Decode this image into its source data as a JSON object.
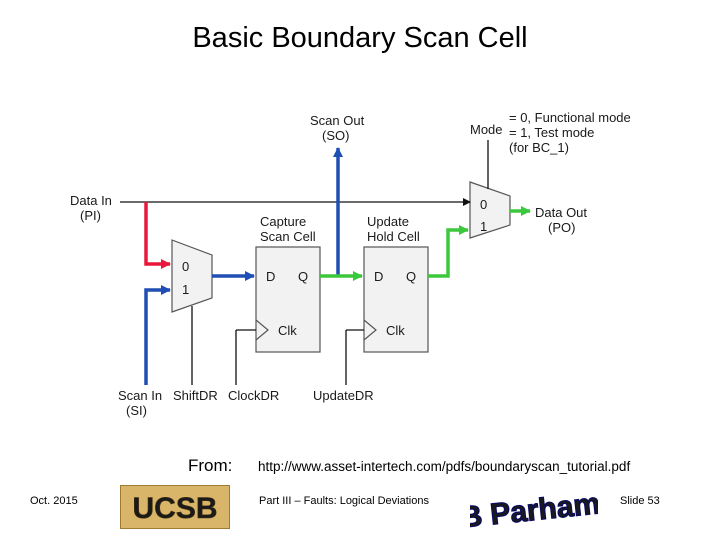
{
  "title": "Basic Boundary Scan Cell",
  "diagram": {
    "data_in": [
      "Data In",
      "(PI)"
    ],
    "scan_out": [
      "Scan Out",
      "(SO)"
    ],
    "mode": "Mode",
    "mode_note": [
      "= 0, Functional mode",
      "= 1, Test mode",
      "(for BC_1)"
    ],
    "capture_cell": [
      "Capture",
      "Scan Cell"
    ],
    "update_cell": [
      "Update",
      "Hold Cell"
    ],
    "data_out": [
      "Data Out",
      "(PO)"
    ],
    "mux_inputs": [
      "0",
      "1"
    ],
    "flop_d": "D",
    "flop_q": "Q",
    "flop_clk": "Clk",
    "scan_in": [
      "Scan In",
      "(SI)"
    ],
    "shift_dr": "ShiftDR",
    "clock_dr": "ClockDR",
    "update_dr": "UpdateDR"
  },
  "source": {
    "label": "From:",
    "url": "http://www.asset-intertech.com/pdfs/boundaryscan_tutorial.pdf"
  },
  "footer": {
    "date": "Oct. 2015",
    "logo_text": "UCSB",
    "part": "Part III – Faults: Logical Deviations",
    "author_text": "B Parhami",
    "slide": "Slide 53"
  },
  "colors": {
    "red_path": "#e8183c",
    "blue_path": "#1f4fb4",
    "green_path": "#3cc83c",
    "box_fill": "#f2f2f2",
    "box_stroke": "#555555",
    "author_blue": "#2233cc"
  }
}
